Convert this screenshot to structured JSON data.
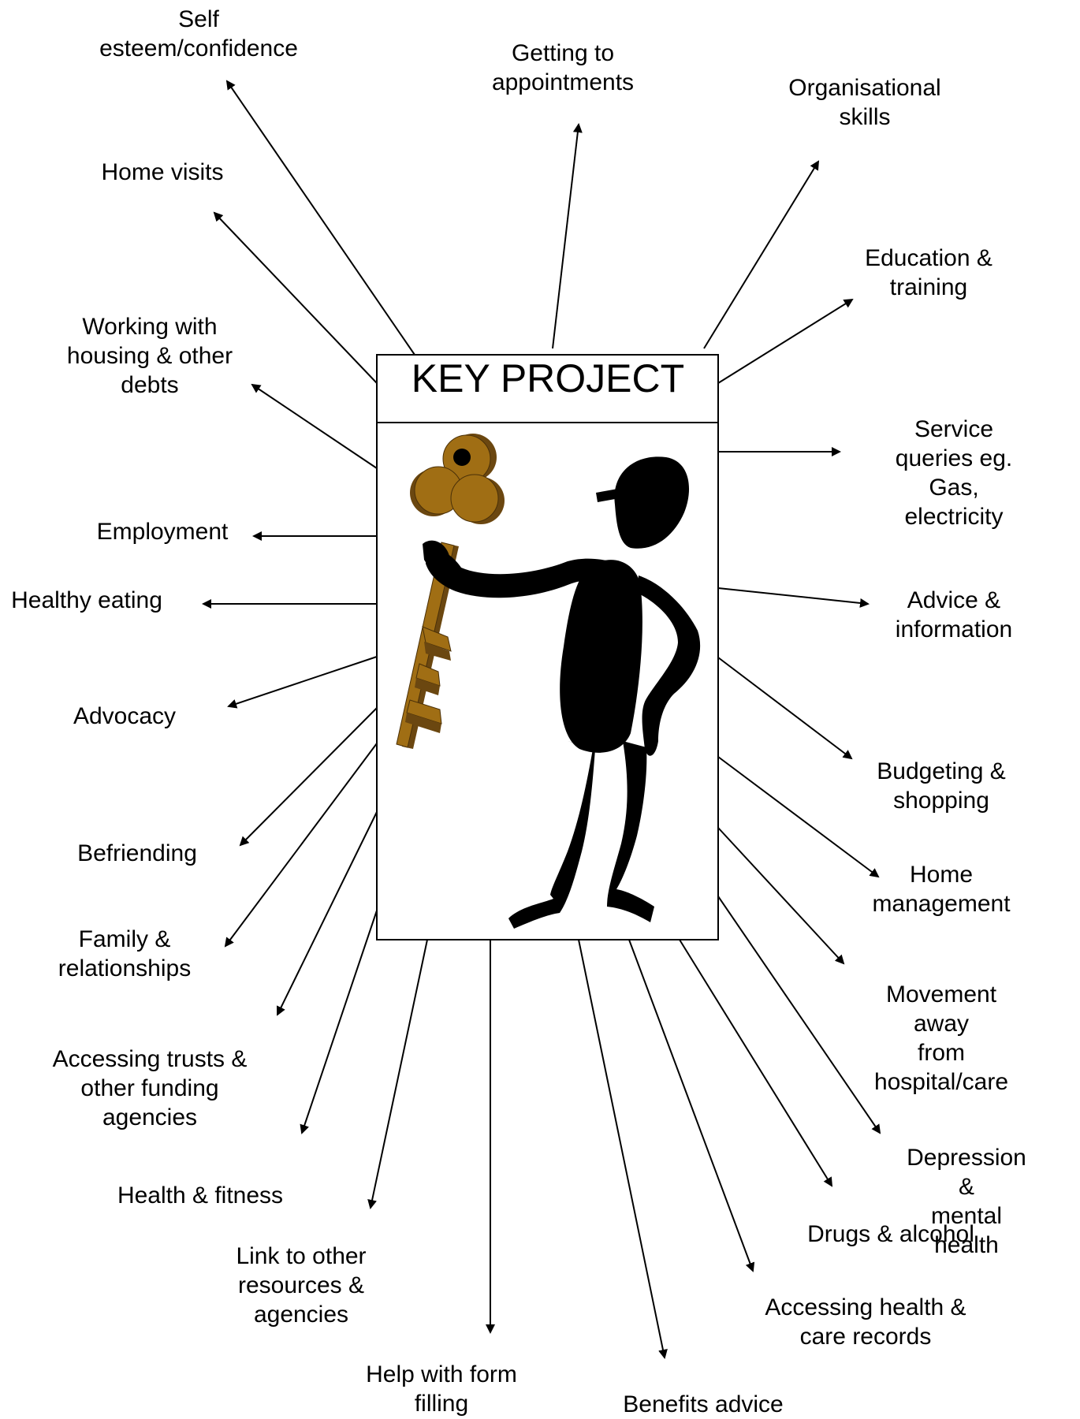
{
  "diagram": {
    "center_title": "KEY PROJECT",
    "icons": [
      "key-icon",
      "person-silhouette-icon"
    ],
    "colors": {
      "key": "#A06E14",
      "key_dark": "#6B4710",
      "figure": "#000000",
      "lines": "#000000"
    },
    "labels": [
      {
        "id": "self-esteem",
        "text": "Self\nesteem/confidence"
      },
      {
        "id": "getting-to-appointments",
        "text": "Getting to\nappointments"
      },
      {
        "id": "organisational-skills",
        "text": "Organisational\nskills"
      },
      {
        "id": "home-visits",
        "text": "Home visits"
      },
      {
        "id": "education-training",
        "text": "Education &\ntraining"
      },
      {
        "id": "working-with-housing",
        "text": "Working with\nhousing & other\ndebts"
      },
      {
        "id": "service-queries",
        "text": "Service queries eg.\nGas, electricity"
      },
      {
        "id": "employment",
        "text": "Employment"
      },
      {
        "id": "healthy-eating",
        "text": "Healthy eating"
      },
      {
        "id": "advice-information",
        "text": "Advice &\ninformation"
      },
      {
        "id": "advocacy",
        "text": "Advocacy"
      },
      {
        "id": "budgeting-shopping",
        "text": "Budgeting &\nshopping"
      },
      {
        "id": "befriending",
        "text": "Befriending"
      },
      {
        "id": "home-management",
        "text": "Home\nmanagement"
      },
      {
        "id": "family-relationships",
        "text": "Family &\nrelationships"
      },
      {
        "id": "movement-away",
        "text": "Movement away\nfrom hospital/care"
      },
      {
        "id": "accessing-trusts",
        "text": "Accessing trusts &\nother funding\nagencies"
      },
      {
        "id": "depression-mental-health",
        "text": "Depression &\nmental health"
      },
      {
        "id": "health-fitness",
        "text": "Health & fitness"
      },
      {
        "id": "drugs-alcohol",
        "text": "Drugs & alcohol"
      },
      {
        "id": "link-to-other-resources",
        "text": "Link to other\nresources &\nagencies"
      },
      {
        "id": "accessing-health-records",
        "text": "Accessing health &\ncare records"
      },
      {
        "id": "help-with-form-filling",
        "text": "Help with form\nfilling"
      },
      {
        "id": "benefits-advice",
        "text": "Benefits advice"
      }
    ]
  }
}
